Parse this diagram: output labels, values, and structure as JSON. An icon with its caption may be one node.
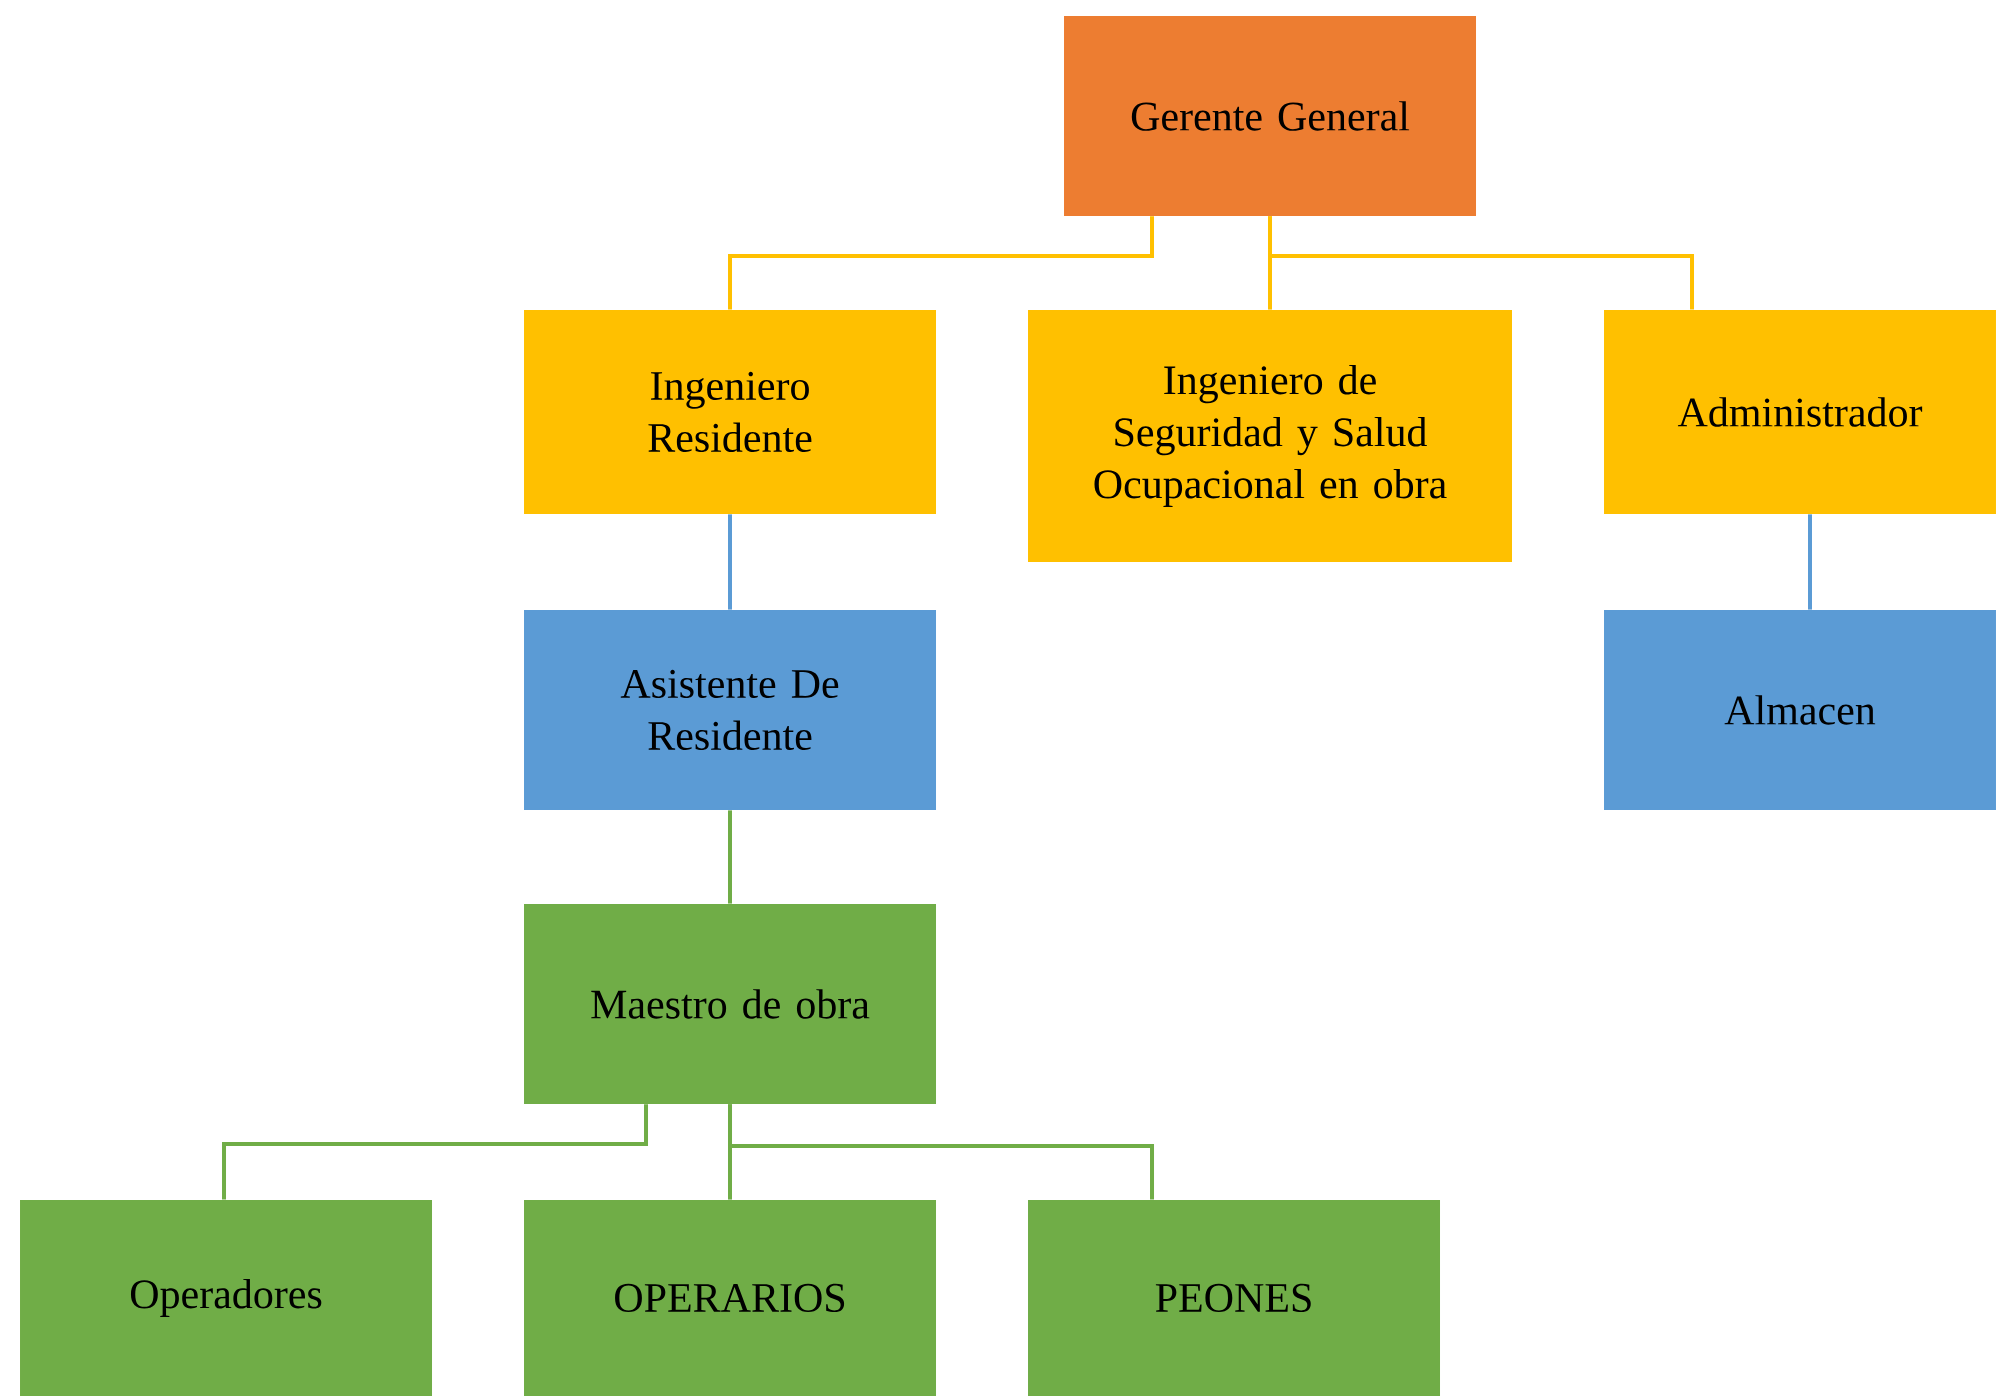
{
  "diagram": {
    "nodes": [
      {
        "text": [
          "Gerente General"
        ]
      },
      {
        "text": [
          "Ingeniero Residente"
        ]
      },
      {
        "text": [
          "Ingeniero de Seguridad y Salud Ocupacional en obra"
        ]
      },
      {
        "text": [
          "Administrador"
        ]
      },
      {
        "text": [
          "Asistente De Residente"
        ]
      },
      {
        "text": [
          "Almacen"
        ]
      },
      {
        "text": [
          "Maestro de obra"
        ]
      },
      {
        "text": [
          "Operadores"
        ]
      },
      {
        "text": [
          "OPERARIOS"
        ]
      },
      {
        "text": [
          "PEONES"
        ]
      }
    ],
    "edges": [
      {
        "from": 0,
        "to": 1,
        "arrow": "none",
        "color": "#ffc000"
      },
      {
        "from": 0,
        "to": 2,
        "arrow": "none",
        "color": "#ffc000"
      },
      {
        "from": 0,
        "to": 3,
        "arrow": "none",
        "color": "#ffc000"
      },
      {
        "from": 1,
        "to": 4,
        "arrow": "none",
        "color": "#5b9bd5"
      },
      {
        "from": 3,
        "to": 5,
        "arrow": "none",
        "color": "#5b9bd5"
      },
      {
        "from": 4,
        "to": 6,
        "arrow": "none",
        "color": "#70ad47"
      },
      {
        "from": 6,
        "to": 7,
        "arrow": "none",
        "color": "#70ad47"
      },
      {
        "from": 6,
        "to": 8,
        "arrow": "none",
        "color": "#70ad47"
      },
      {
        "from": 6,
        "to": 9,
        "arrow": "none",
        "color": "#70ad47"
      }
    ]
  }
}
